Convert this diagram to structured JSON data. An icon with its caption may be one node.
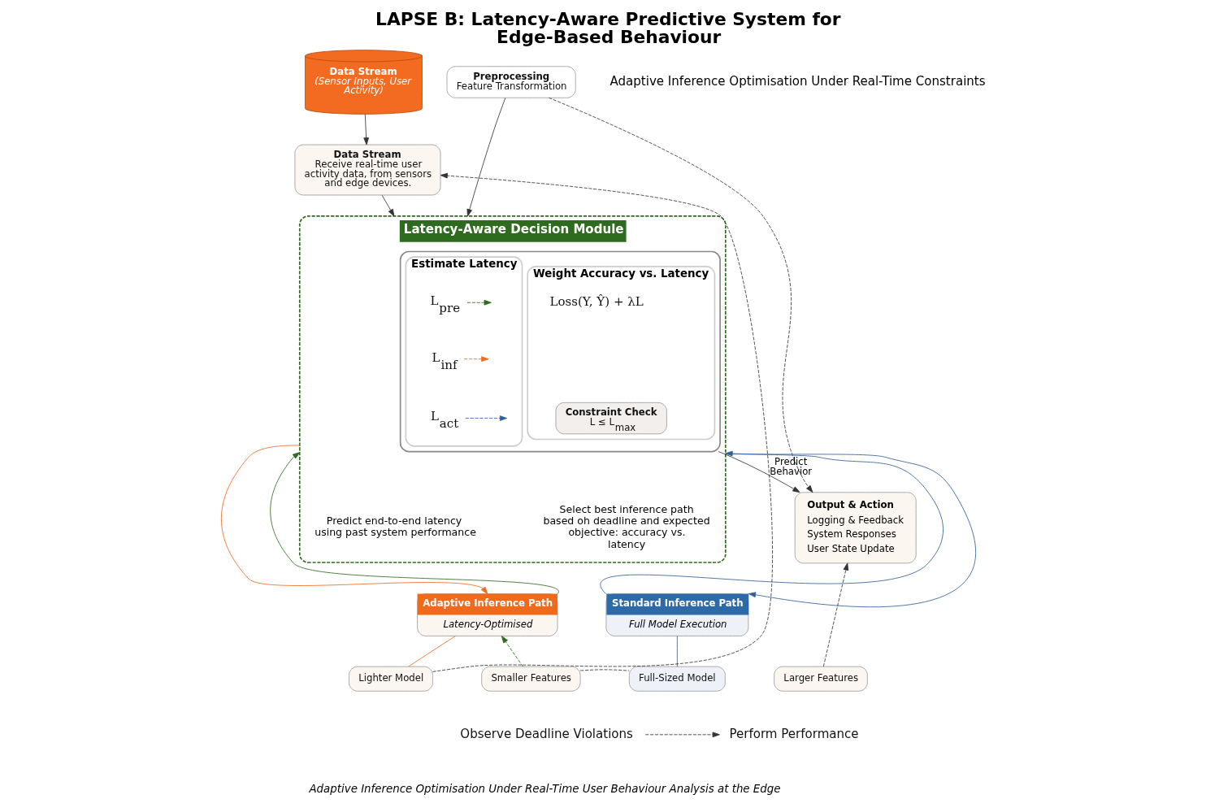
{
  "diagram": {
    "title": "LAPSE B: Latency-Aware Predictive System for Edge-Based Behaviour",
    "caption": "Adaptive Inference Optimisation Under Real-Time User Behaviour Analysis at the Edge",
    "nodes": [
      {
        "text": [
          "Data Stream",
          "(Sensor Inputs, User Activity)"
        ]
      },
      {
        "text": [
          "Data Stream",
          "Receive real-time user activity data, from sensors and edge devices."
        ]
      },
      {
        "text": [
          "Preprocessing",
          "Feature Transformation"
        ]
      },
      {
        "text": [
          "Latency-Aware Decision Module"
        ]
      },
      {
        "text": [],
        "shape": "box",
        "in": 3
      },
      {
        "text": [
          "Estimate Latency"
        ],
        "in": 4
      },
      {
        "text": [
          "L$_{pre}$"
        ],
        "in": 5
      },
      {
        "text": [
          "L$_{inf}$"
        ],
        "in": 5
      },
      {
        "text": [
          "L$_{act}$"
        ],
        "in": 5
      },
      {
        "text": [
          "Weight Accuracy vs. Latency"
        ],
        "in": 4
      },
      {
        "text": [
          "Loss(Y, Ŷ) + λL"
        ],
        "in": 9
      },
      {
        "text": [
          "Constraint Check",
          "L ≤ L$_{max}$"
        ],
        "in": 9
      },
      {
        "text": [
          "Output & Action",
          "Logging & Feedback",
          "System Responses",
          "User State Update"
        ]
      },
      {
        "text": [
          "Adaptive Inference Path",
          "Latency-Optimised"
        ]
      },
      {
        "text": [
          "Standard Inference Path",
          "Full Model Execution"
        ]
      },
      {
        "text": [
          "Lighter Model"
        ]
      },
      {
        "text": [
          "Smaller Features"
        ]
      },
      {
        "text": [
          "Full-Sized Model"
        ]
      },
      {
        "text": [
          "Larger Features"
        ]
      },
      {
        "text": [
          "Observe Deadline Violations"
        ]
      },
      {
        "text": [
          "Perform Performance"
        ]
      }
    ],
    "edges": [
      {
        "from": 0,
        "to": 1,
        "arrow": "to"
      },
      {
        "from": 1,
        "to": 3,
        "arrow": "to"
      },
      {
        "from": 2,
        "to": 3,
        "arrow": "to"
      },
      {
        "from": 2,
        "to": 12,
        "arrow": "to",
        "style": "dashed"
      },
      {
        "from": 4,
        "to": 12,
        "arrow": "to",
        "label": "Predict Behavior"
      },
      {
        "from": 6,
        "to": null,
        "arrow": "to",
        "style": "dashed",
        "color": "#2e6b1e"
      },
      {
        "from": 7,
        "to": null,
        "arrow": "to",
        "style": "dashed",
        "color": "#f06a1c"
      },
      {
        "from": 8,
        "to": null,
        "arrow": "to",
        "style": "dashed",
        "color": "#2f5f9a"
      },
      {
        "from": 3,
        "to": 13,
        "arrow": "to",
        "color": "#f06a1c"
      },
      {
        "from": 13,
        "to": 3,
        "arrow": "to",
        "color": "#2e6b1e"
      },
      {
        "from": 14,
        "to": 3,
        "arrow": "to",
        "color": "#2f5f9a"
      },
      {
        "from": 3,
        "to": 14,
        "arrow": "to",
        "color": "#2f5f9a"
      },
      {
        "from": 13,
        "to": 15,
        "arrow": "none",
        "color": "#f06a1c"
      },
      {
        "from": 16,
        "to": 13,
        "arrow": "to",
        "style": "dashed",
        "color": "#2e6b1e"
      },
      {
        "from": 14,
        "to": 17,
        "arrow": "none",
        "color": "#2f5f9a"
      },
      {
        "from": 15,
        "to": 1,
        "arrow": "to",
        "style": "dashed"
      },
      {
        "from": 18,
        "to": 12,
        "arrow": "to",
        "style": "dashed"
      },
      {
        "from": 16,
        "to": 17,
        "arrow": "none",
        "style": "dashed"
      },
      {
        "from": 19,
        "to": 20,
        "arrow": "to",
        "style": "dashed"
      }
    ],
    "labels": [
      "Adaptive Inference Optimisation Under Real-Time Constraints",
      "Predict end-to-end latency using past system performance",
      "Select best inference path based oh deadline and expected objective: accuracy vs. latency"
    ]
  }
}
